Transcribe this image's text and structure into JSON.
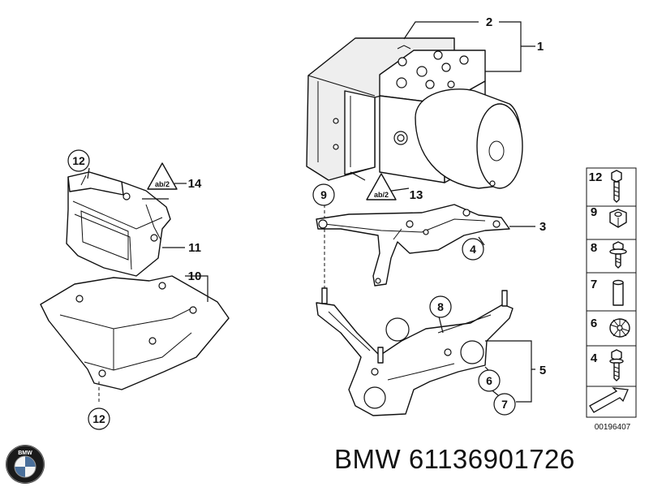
{
  "callouts": {
    "c1": "1",
    "c2": "2",
    "c3": "3",
    "c4": "4",
    "c5": "5",
    "c6": "6",
    "c7": "7",
    "c8": "8",
    "c9": "9",
    "c10": "10",
    "c11": "11",
    "c12_top": "12",
    "c12_bottom": "12",
    "c13": "13",
    "c14": "14"
  },
  "warning_symbol_text": "ab/2",
  "legend": {
    "items": [
      {
        "num": "12",
        "icon": "bolt-icon"
      },
      {
        "num": "9",
        "icon": "hex-nut-icon"
      },
      {
        "num": "8",
        "icon": "flange-screw-icon"
      },
      {
        "num": "7",
        "icon": "sleeve-icon"
      },
      {
        "num": "6",
        "icon": "rubber-mount-icon"
      },
      {
        "num": "4",
        "icon": "hex-bolt-icon"
      }
    ]
  },
  "diagram_ref": "00196407",
  "brand": {
    "logo": "bmw-roundel-icon",
    "logo_letters": "BMW",
    "part_text": "BMW 61136901726"
  }
}
